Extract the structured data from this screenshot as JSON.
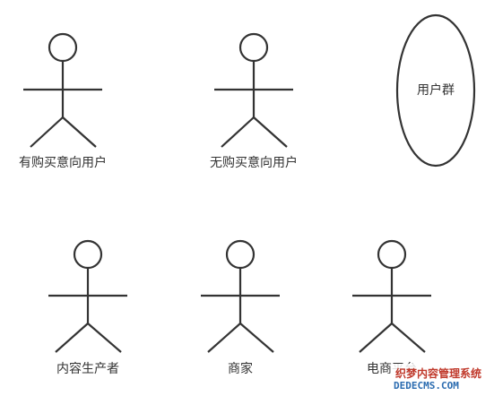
{
  "actors": {
    "a1": "有购买意向用户",
    "a2": "无购买意向用户",
    "a3": "内容生产者",
    "a4": "商家",
    "a5": "电商平台"
  },
  "usecase": {
    "label": "用户群"
  },
  "watermark": {
    "line1": "织梦内容管理系统",
    "line2": "DEDECMS.COM"
  }
}
